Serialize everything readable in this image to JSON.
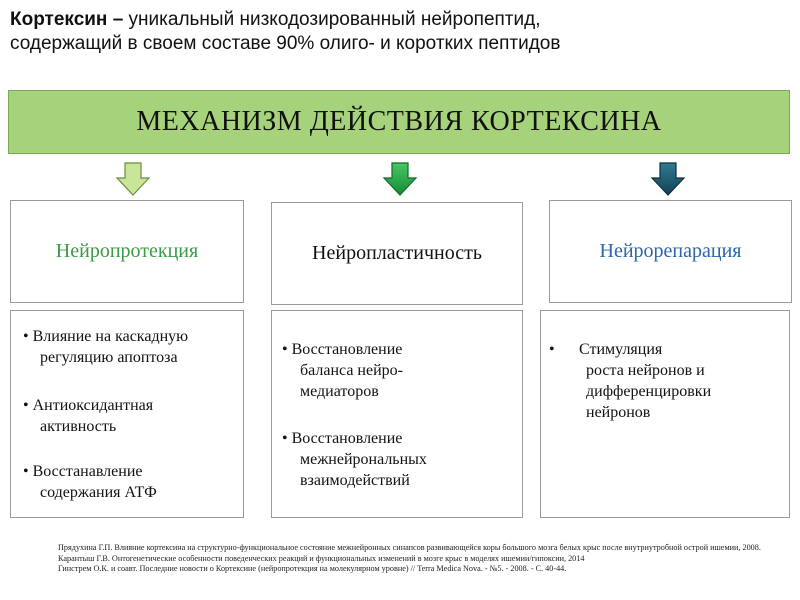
{
  "title": {
    "bold": "Кортексин –",
    "line1_rest": " уникальный низкодозированный нейропептид,",
    "line2": "содержащий в своем составе 90% олиго- и коротких пептидов"
  },
  "banner": "МЕХАНИЗМ ДЕЙСТВИЯ КОРТЕКСИНА",
  "columns": [
    {
      "heading": "Нейропротекция",
      "items": [
        [
          "• Влияние на каскадную",
          "регуляцию апоптоза"
        ],
        [
          "• Антиоксидантная",
          "активность"
        ],
        [
          "• Восстанавление",
          "содержания АТФ"
        ]
      ]
    },
    {
      "heading": "Нейропластичность",
      "items": [
        [
          "• Восстановление",
          "баланса нейро-",
          "медиаторов"
        ],
        [
          "• Восстановление",
          "межнейрональных",
          "взаимодействий"
        ]
      ]
    },
    {
      "heading": "Нейрорепарация",
      "items": [
        [
          "•",
          "Стимуляция",
          "роста нейронов и",
          "дифференцировки",
          "нейронов"
        ]
      ]
    }
  ],
  "colors": {
    "banner": "#a6d27c",
    "arrow_light": "#c8e59a",
    "arrow_mid": "#22a846",
    "arrow_dark": "#1f5a6e"
  },
  "references": [
    "Прядухина Г.П. Влияние кортексина на структурно-функциональное состояние межнейронных синапсов развивающейся коры большого мозга белых крыс после внутриутробной острой ишемии, 2008.",
    "Карантыш Г.В. Онтогенетические особенности поведенческих реакций и функциональных изменений в мозге крыс в моделях ишемии/гипоксии, 2014",
    "Гинстрем О.К. и соавт. Последние новости о Кортексине (нейропротекция на молекулярном уровне) // Terra Medica Nova. - №5. - 2008. - С. 40-44."
  ]
}
